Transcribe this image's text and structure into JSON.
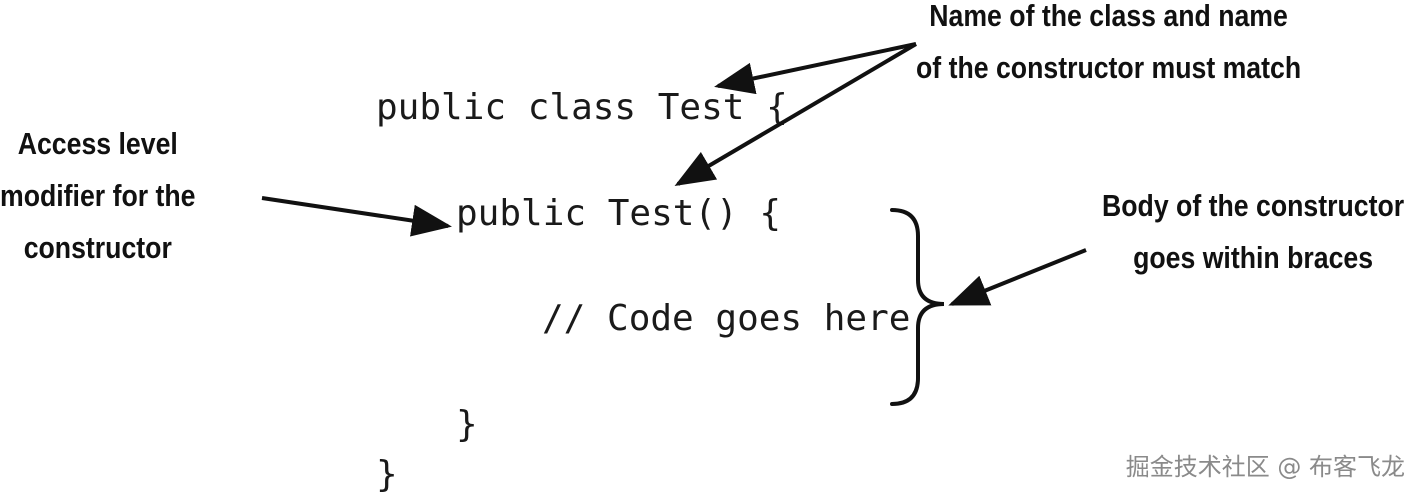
{
  "code_lines": {
    "class_decl": "public class Test {",
    "constructor_decl": "public Test() {",
    "comment": "// Code goes here",
    "constructor_close": "}",
    "class_close": "}"
  },
  "annotations": {
    "name_match": [
      "Name of the class and name",
      "of  the  constructor must match"
    ],
    "access_modifier": [
      "Access level",
      "modifier for the",
      "constructor"
    ],
    "body": [
      "Body of the constructor",
      "goes within braces"
    ]
  },
  "watermark": "掘金技术社区 @ 布客飞龙"
}
